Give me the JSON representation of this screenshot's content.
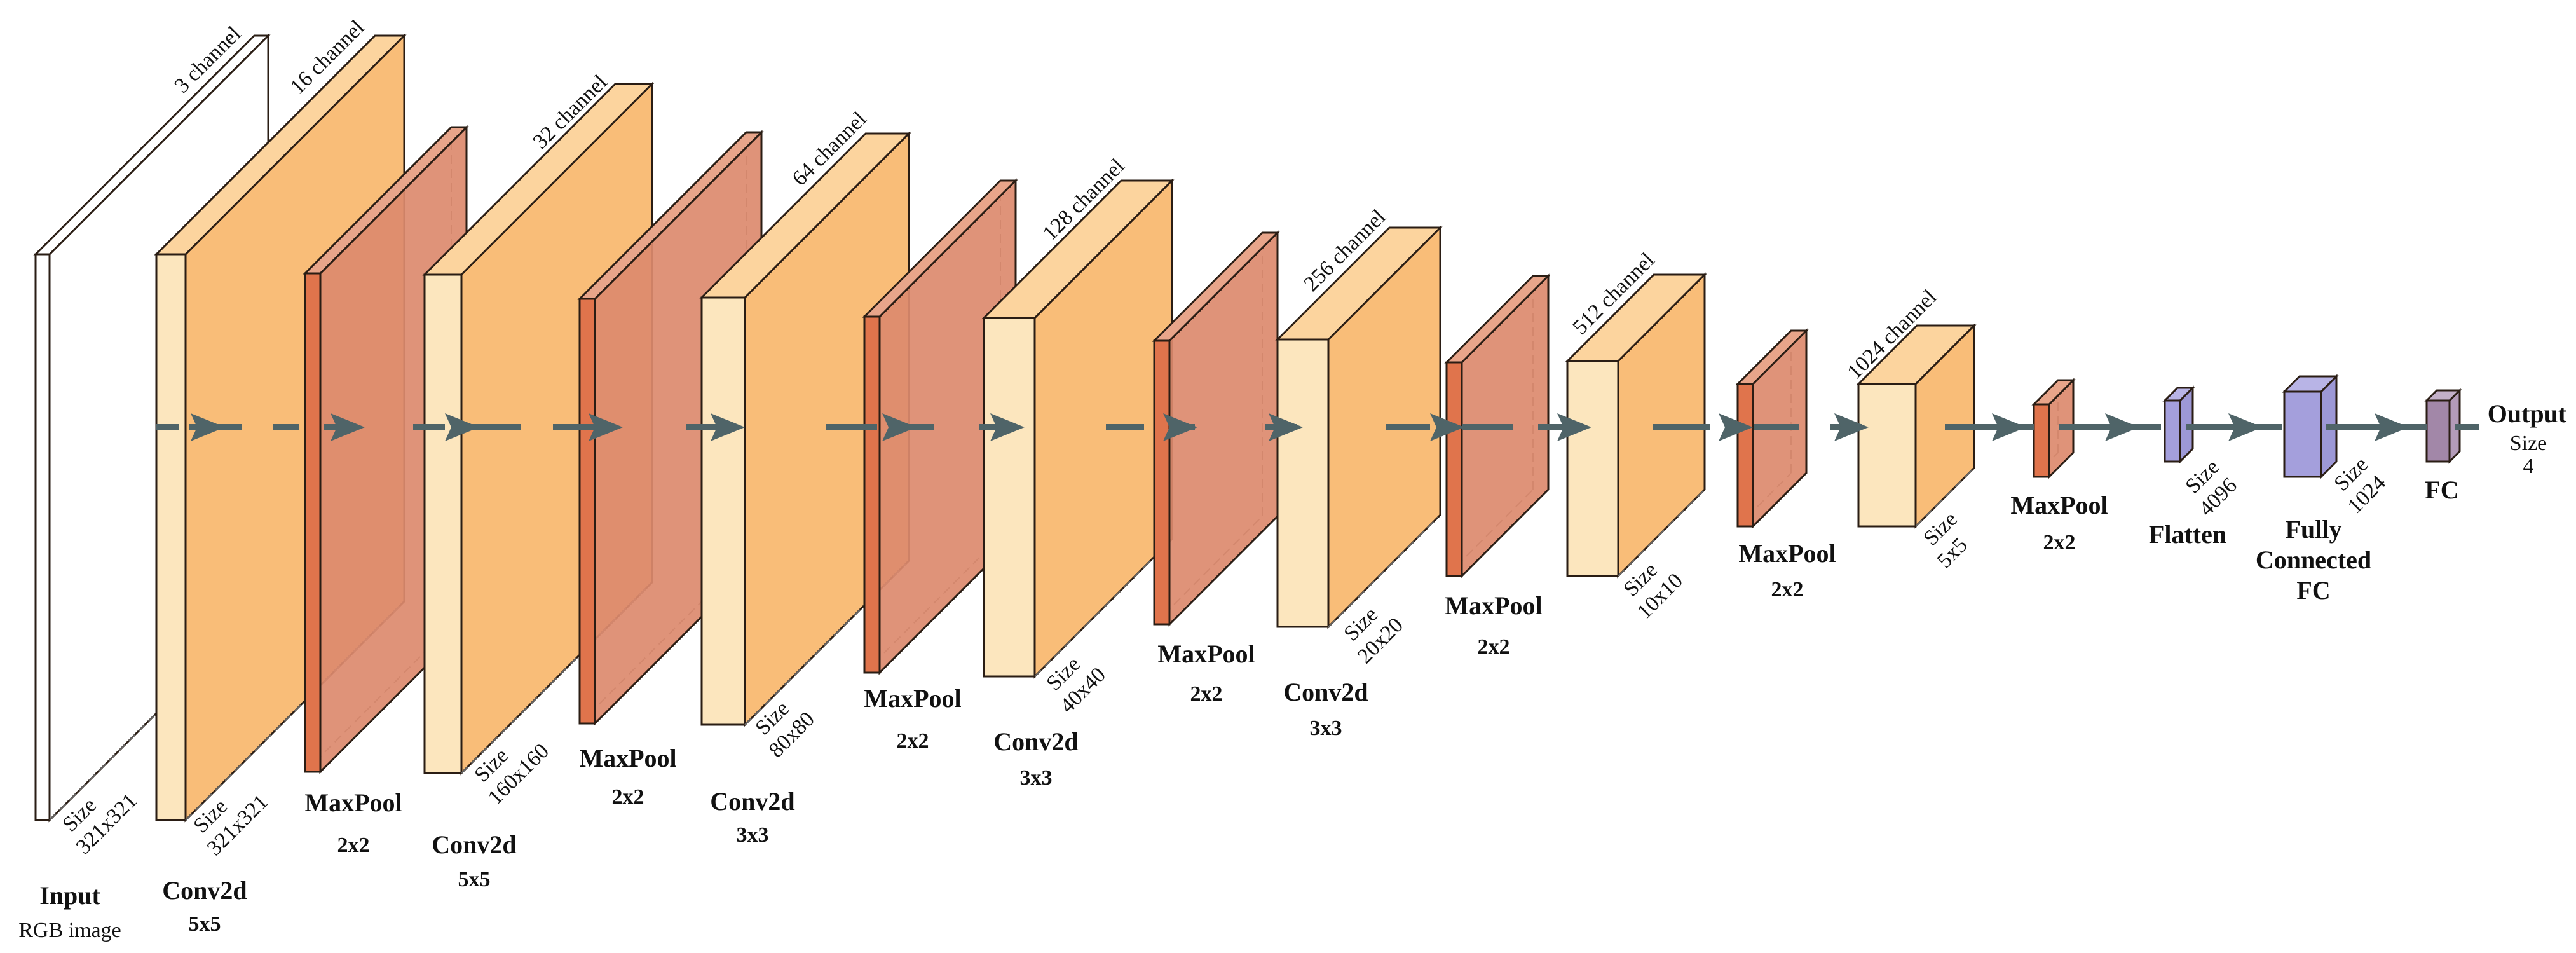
{
  "colors": {
    "input_front": "#ffffff",
    "conv_front": "#fce6be",
    "conv_body": "#f9bd78",
    "conv_top": "#fcd49e",
    "pool_front": "#e0744c",
    "pool_body": "#dc8a6e",
    "pool_top": "#e8a58a",
    "dense_front": "#a49fdc",
    "dense_body": "#9d98d6",
    "fc_front": "#a287a8",
    "arrow": "#4f6468"
  },
  "layers": {
    "input": {
      "name": "Input",
      "sub": "RGB image",
      "channel": "3 channel",
      "size_word": "Size",
      "size_value": "321x321"
    },
    "conv1": {
      "name": "Conv2d",
      "sub": "5x5",
      "channel": "16 channel",
      "size_word": "Size",
      "size_value": "321x321"
    },
    "pool1": {
      "name": "MaxPool",
      "sub": "2x2"
    },
    "conv2": {
      "name": "Conv2d",
      "sub": "5x5",
      "channel": "32 channel",
      "size_word": "Size",
      "size_value": "160x160"
    },
    "pool2": {
      "name": "MaxPool",
      "sub": "2x2"
    },
    "conv3": {
      "name": "Conv2d",
      "sub": "3x3",
      "channel": "64 channel",
      "size_word": "Size",
      "size_value": "80x80"
    },
    "pool3": {
      "name": "MaxPool",
      "sub": "2x2"
    },
    "conv4": {
      "name": "Conv2d",
      "sub": "3x3",
      "channel": "128 channel",
      "size_word": "Size",
      "size_value": "40x40"
    },
    "pool4": {
      "name": "MaxPool",
      "sub": "2x2"
    },
    "conv5": {
      "name": "Conv2d",
      "sub": "3x3",
      "channel": "256 channel",
      "size_word": "Size",
      "size_value": "20x20"
    },
    "pool5": {
      "name": "MaxPool",
      "sub": "2x2"
    },
    "conv6": {
      "channel": "512 channel",
      "size_word": "Size",
      "size_value": "10x10"
    },
    "pool6": {
      "name": "MaxPool",
      "sub": "2x2"
    },
    "conv7": {
      "channel": "1024 channel",
      "size_word": "Size",
      "size_value": "5x5"
    },
    "pool7": {
      "name": "MaxPool",
      "sub": "2x2"
    },
    "flatten": {
      "name": "Flatten",
      "size_word": "Size",
      "size_value": "4096"
    },
    "fc1": {
      "name_line1": "Fully",
      "name_line2": "Connected",
      "name_line3": "FC",
      "size_word": "Size",
      "size_value": "1024"
    },
    "fc2": {
      "name": "FC"
    },
    "output": {
      "name": "Output",
      "size_word": "Size",
      "size_value": "4"
    }
  }
}
